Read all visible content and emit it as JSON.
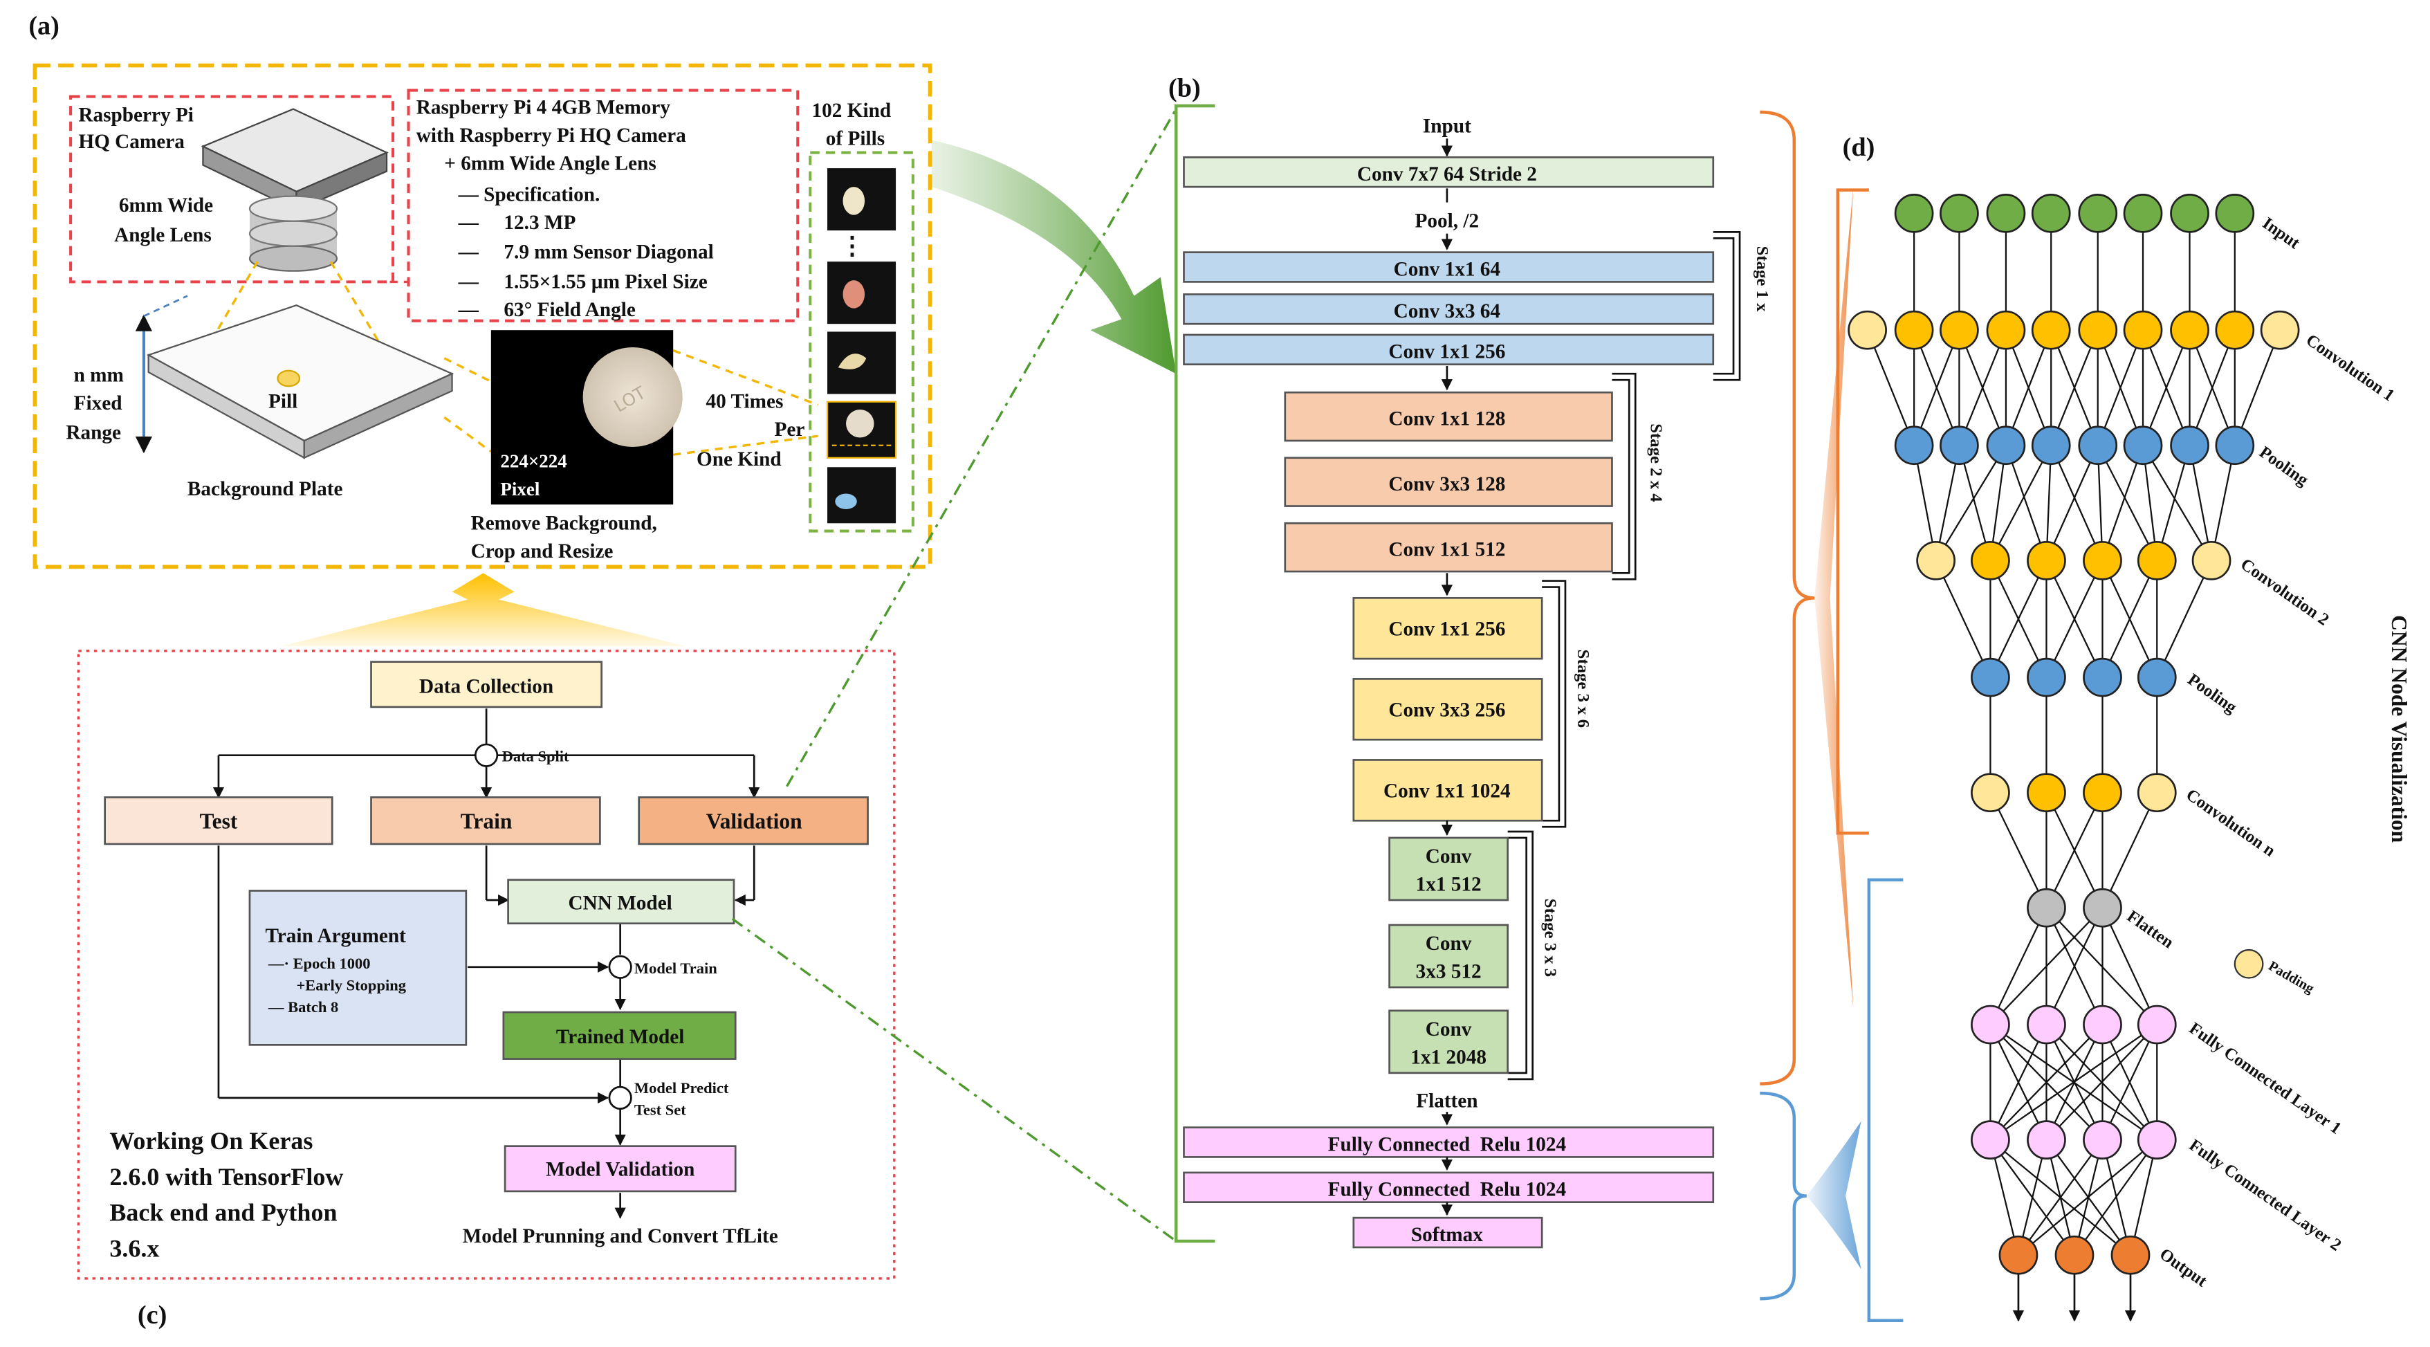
{
  "panels": {
    "a": {
      "label": "(a)",
      "camera_label_1": "Raspberry Pi",
      "camera_label_2": "HQ Camera",
      "lens_label_1": "6mm Wide",
      "lens_label_2": "Angle Lens",
      "range_label_1": "n mm",
      "range_label_2": "Fixed",
      "range_label_3": "Range",
      "pill_label": "Pill",
      "plate_label": "Background Plate",
      "spec_lines": [
        "Raspberry Pi 4 4GB Memory",
        "with Raspberry Pi HQ Camera",
        "+ 6mm Wide Angle Lens",
        "— Specification.",
        "—     12.3 MP",
        "—     7.9 mm Sensor Diagonal",
        "—     1.55×1.55 µm Pixel Size",
        "—     63° Field Angle"
      ],
      "pill_image_text": "LOT",
      "pixel_label_1": "224×224",
      "pixel_label_2": "Pixel",
      "remove_label_1": "Remove Background,",
      "remove_label_2": "Crop and Resize",
      "times_label_1": "40 Times",
      "times_label_2": "Per",
      "times_label_3": "One Kind",
      "kinds_label_1": "102 Kind",
      "kinds_label_2": "of Pills",
      "ellipsis": "⋮"
    },
    "b": {
      "label": "(b)",
      "input": "Input",
      "conv1": "Conv 7x7 64 Stride 2",
      "pool": "Pool, /2",
      "stage1": [
        "Conv 1x1 64",
        "Conv 3x3 64",
        "Conv 1x1 256"
      ],
      "stage1_label": "Stage 1 x",
      "stage2": [
        "Conv 1x1 128",
        "Conv 3x3 128",
        "Conv 1x1 512"
      ],
      "stage2_label": "Stage 2 x 4",
      "stage3": [
        "Conv 1x1 256",
        "Conv 3x3 256",
        "Conv 1x1 1024"
      ],
      "stage3_label": "Stage 3 x 6",
      "stage4": [
        [
          "Conv",
          "1x1 512"
        ],
        [
          "Conv",
          "3x3 512"
        ],
        [
          "Conv",
          "1x1 2048"
        ]
      ],
      "stage4_label": "Stage 3 x 3",
      "flatten": "Flatten",
      "fc1": "Fully Connected  Relu 1024",
      "fc2": "Fully Connected  Relu 1024",
      "softmax": "Softmax"
    },
    "c": {
      "label": "(c)",
      "data_collection": "Data Collection",
      "data_split": "Data Split",
      "test": "Test",
      "train": "Train",
      "validation": "Validation",
      "cnn_model": "CNN Model",
      "train_argument_title": "Train Argument",
      "train_argument_lines": [
        "—· Epoch 1000",
        "+Early Stopping",
        "— Batch 8"
      ],
      "model_train": "Model Train",
      "trained_model": "Trained Model",
      "model_predict_1": "Model Predict",
      "model_predict_2": "Test Set",
      "model_validation": "Model Validation",
      "pruning": "Model Prunning and Convert TfLite",
      "keras_lines": [
        "Working On Keras",
        "2.6.0 with TensorFlow",
        "Back end and Python",
        "3.6.x"
      ]
    },
    "d": {
      "label": "(d)",
      "layers": [
        "Input",
        "Convolution 1",
        "Pooling",
        "Convolution 2",
        "Pooling",
        "Convolution n",
        "Flatten",
        "Fully Connected Layer 1",
        "Fully Connected Layer 2",
        "Output"
      ],
      "padding": "Padding",
      "side_title": "CNN Node Visualization"
    }
  },
  "colors": {
    "yellow_frame": "#f2b705",
    "red_dash": "#e8424b",
    "green_dash": "#7cb342",
    "conv_green": "#e2efda",
    "conv_blue": "#bdd7ee",
    "conv_orange": "#f8cbad",
    "conv_yellow": "#ffe699",
    "conv_green2": "#c6e0b4",
    "fc_pink": "#ffccff",
    "node_green": "#70ad47",
    "node_yellow": "#ffc000",
    "node_pale": "#ffe699",
    "node_blue": "#5b9bd5",
    "node_gray": "#bfbfbf",
    "node_pink": "#ffccff",
    "node_orange": "#ed7d31",
    "bracket_orange": "#ed7d31",
    "bracket_blue": "#5b9bd5"
  }
}
